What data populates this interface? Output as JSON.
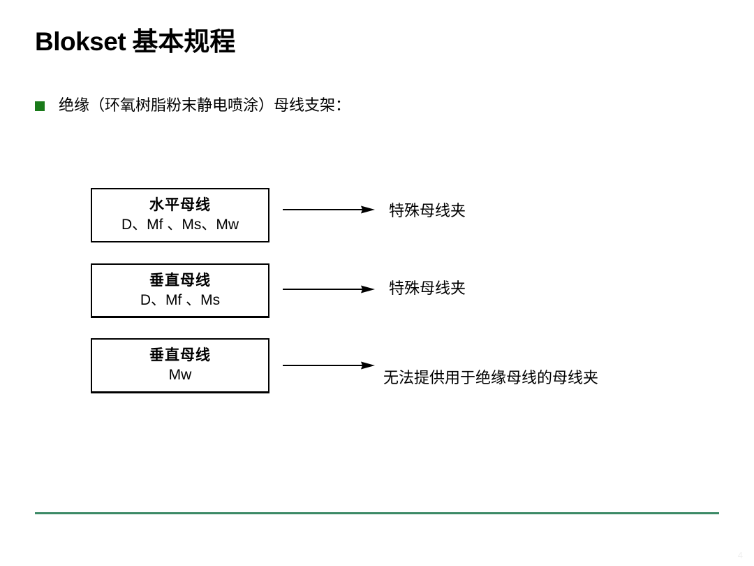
{
  "slide": {
    "title_latin": "Blokset",
    "title_cjk": "基本规程",
    "bullet": {
      "marker_color": "#1a7a1a",
      "text": "绝缘（环氧树脂粉末静电喷涂）母线支架："
    },
    "footer_rule_color": "#3c8a66",
    "corner_mark": "4"
  },
  "diagram": {
    "rows": [
      {
        "box_title": "水平母线",
        "box_sub": "D、Mf 、Ms、Mw",
        "arrow": "arrow-right",
        "label": "特殊母线夹"
      },
      {
        "box_title": "垂直母线",
        "box_sub": "D、Mf 、Ms",
        "arrow": "arrow-right",
        "label": "特殊母线夹"
      },
      {
        "box_title": "垂直母线",
        "box_sub": "Mw",
        "arrow": "arrow-right",
        "label": "无法提供用于绝缘母线的母线夹"
      }
    ]
  }
}
